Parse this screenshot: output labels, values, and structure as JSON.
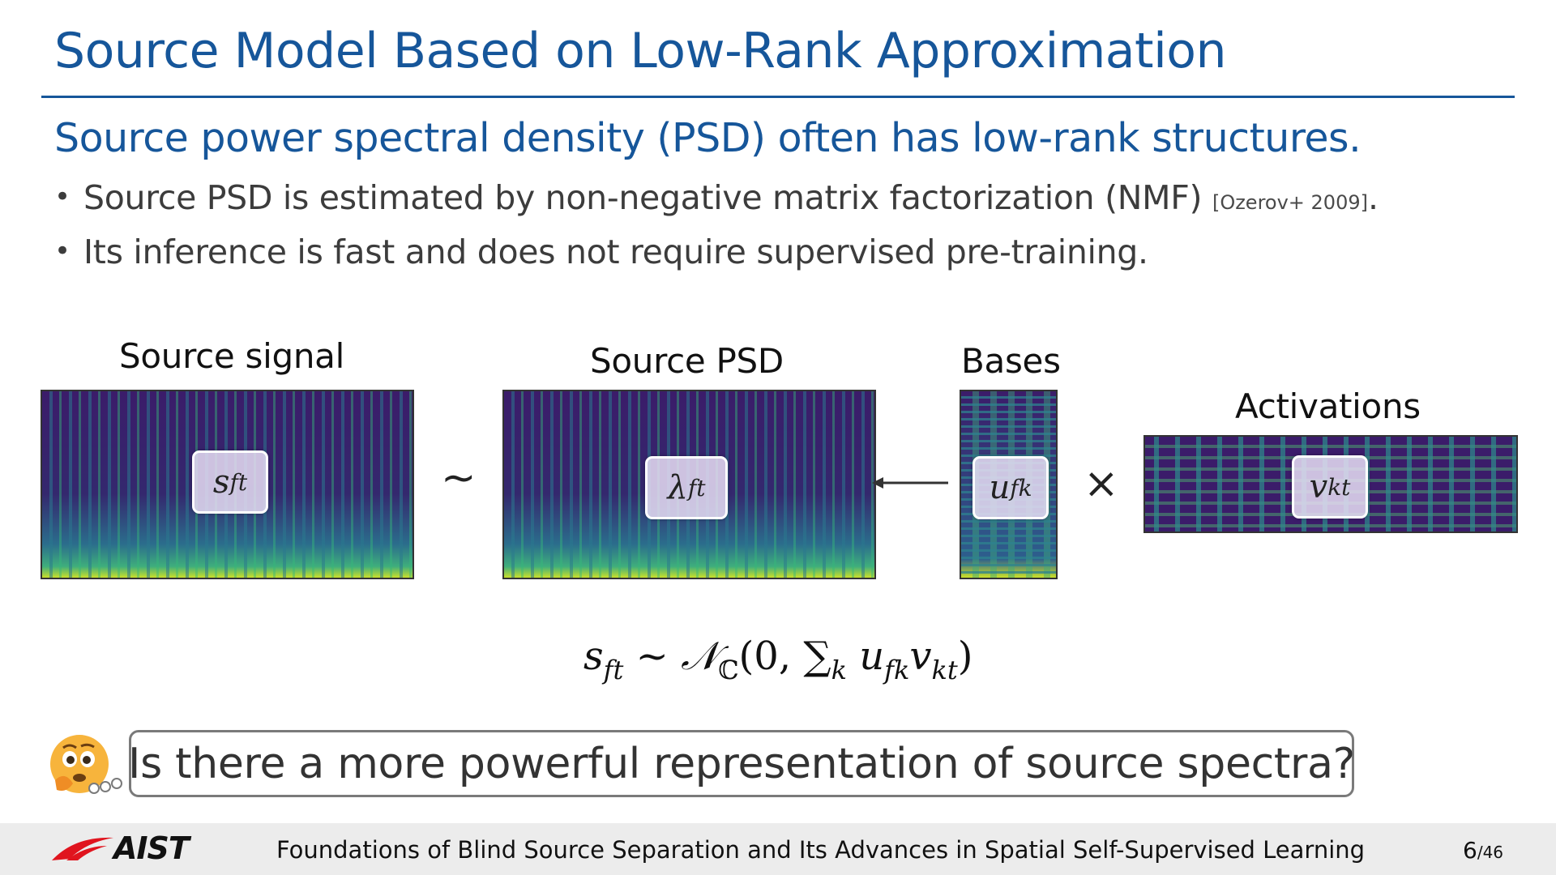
{
  "slide": {
    "title": "Source Model Based on Low-Rank Approximation",
    "subtitle": "Source power spectral density (PSD) often has low-rank structures.",
    "bullets": [
      {
        "text": "Source PSD is estimated by non-negative matrix factorization (NMF) ",
        "citation": "[Ozerov+ 2009]",
        "tail": "."
      },
      {
        "text": "Its inference is fast and does not require supervised pre-training."
      }
    ],
    "bullet_marker": "•"
  },
  "figure": {
    "captions": {
      "source_signal": "Source signal",
      "source_psd": "Source PSD",
      "bases": "Bases",
      "activations": "Activations"
    },
    "symbols": {
      "s": {
        "base": "s",
        "sub": "ft"
      },
      "lambda": {
        "base": "λ",
        "sub": "ft"
      },
      "u": {
        "base": "u",
        "sub": "fk"
      },
      "v": {
        "base": "v",
        "sub": "kt"
      }
    },
    "operators": {
      "tilde": "~",
      "times": "×"
    },
    "colormap": [
      "#440154",
      "#3b528b",
      "#21918c",
      "#5ec962",
      "#fde725"
    ]
  },
  "formula": {
    "lhs": "s",
    "lhs_sub": "ft",
    "rel": "~",
    "dist": "𝒩",
    "dist_sub": "ℂ",
    "open": "(0, ",
    "sum": "∑",
    "sum_sub": "k",
    "u": "u",
    "u_sub": "fk",
    "v": "v",
    "v_sub": "kt",
    "close": ")"
  },
  "question": "Is there a more powerful representation of source spectra?",
  "emoji": "thinking-face",
  "footer": {
    "logo": "AIST",
    "title": "Foundations of Blind Source Separation and Its Advances in Spatial Self-Supervised Learning",
    "page": "6",
    "total": "/46"
  },
  "colors": {
    "title": "#16569a",
    "text": "#3c3c3c",
    "footer_bg": "#ececec",
    "logo_red": "#e0141e"
  }
}
